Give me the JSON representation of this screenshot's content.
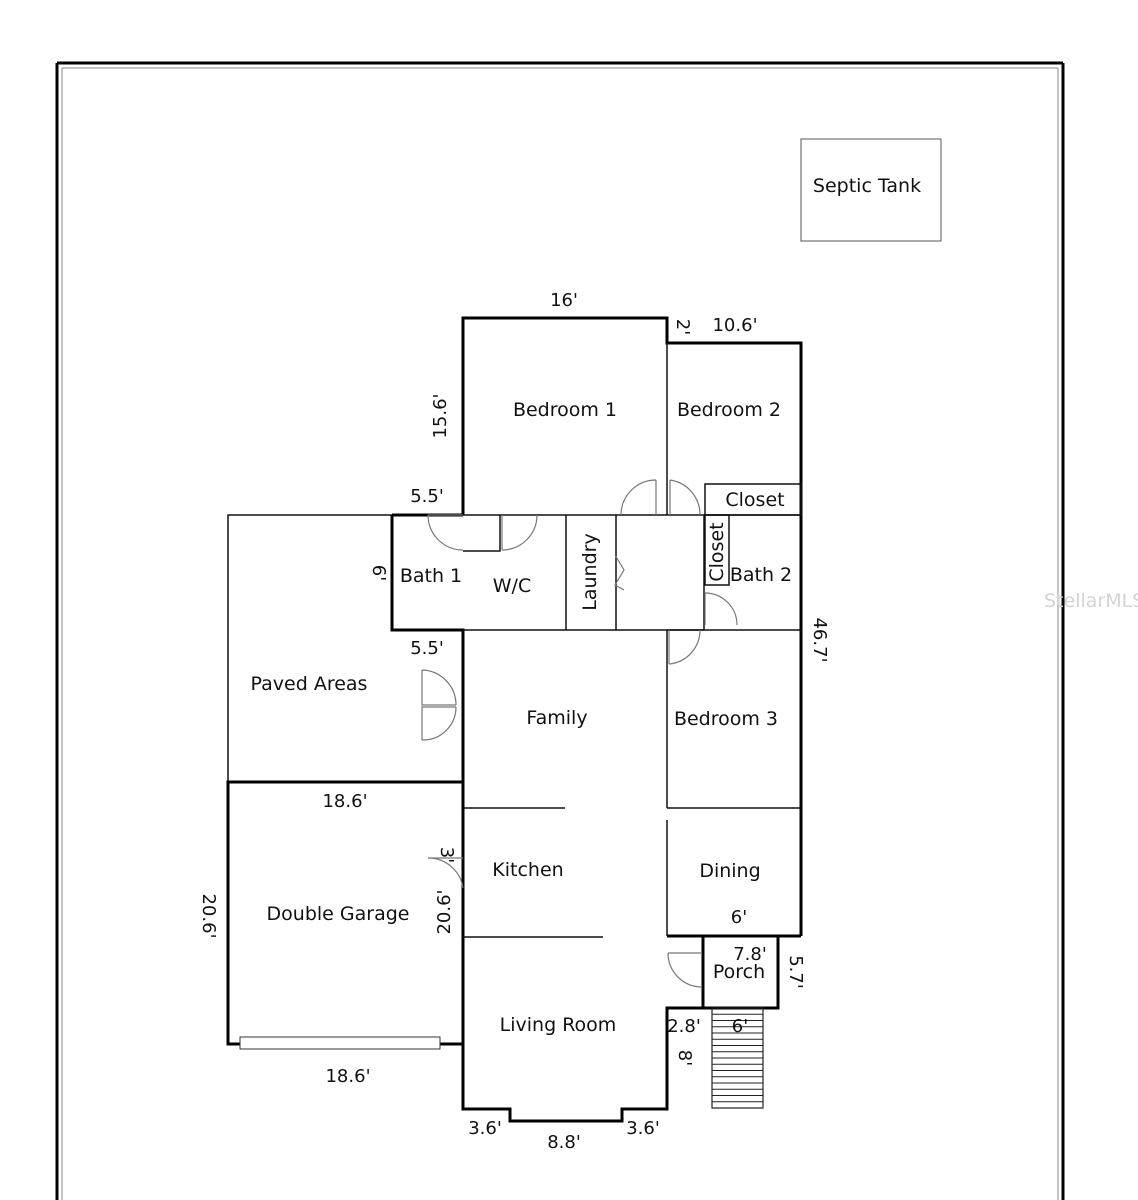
{
  "rooms": {
    "septic_tank": "Septic Tank",
    "bedroom_1": "Bedroom 1",
    "bedroom_2": "Bedroom 2",
    "closet_top": "Closet",
    "bath_1": "Bath 1",
    "wc": "W/C",
    "laundry": "Laundry",
    "closet_side": "Closet",
    "bath_2": "Bath 2",
    "paved_areas": "Paved Areas",
    "family": "Family",
    "bedroom_3": "Bedroom 3",
    "kitchen": "Kitchen",
    "dining": "Dining",
    "double_garage": "Double Garage",
    "porch": "Porch",
    "living_room": "Living Room"
  },
  "dimensions": {
    "bedroom1_width": "16'",
    "step_2": "2'",
    "bedroom2_width": "10.6'",
    "bedroom1_depth": "15.6'",
    "bath1_top": "5.5'",
    "bath1_side": "6'",
    "bath1_bottom": "5.5'",
    "overall_depth": "46.7'",
    "garage_top": "18.6'",
    "garage_side": "20.6'",
    "garage_inner": "20.6'",
    "garage_inner_3": "3'",
    "garage_bottom": "18.6'",
    "dining_6": "6'",
    "porch_7_8": "7.8'",
    "porch_5_7": "5.7'",
    "step_2_8": "2.8'",
    "porch_6": "6'",
    "living_8": "8'",
    "bay_left": "3.6'",
    "bay_width": "8.8'",
    "bay_right": "3.6'"
  },
  "watermark": "StellarMLS",
  "colors": {
    "wall": "#000000",
    "line": "#111111",
    "door": "#777777",
    "watermark": "#d3d3d3"
  }
}
